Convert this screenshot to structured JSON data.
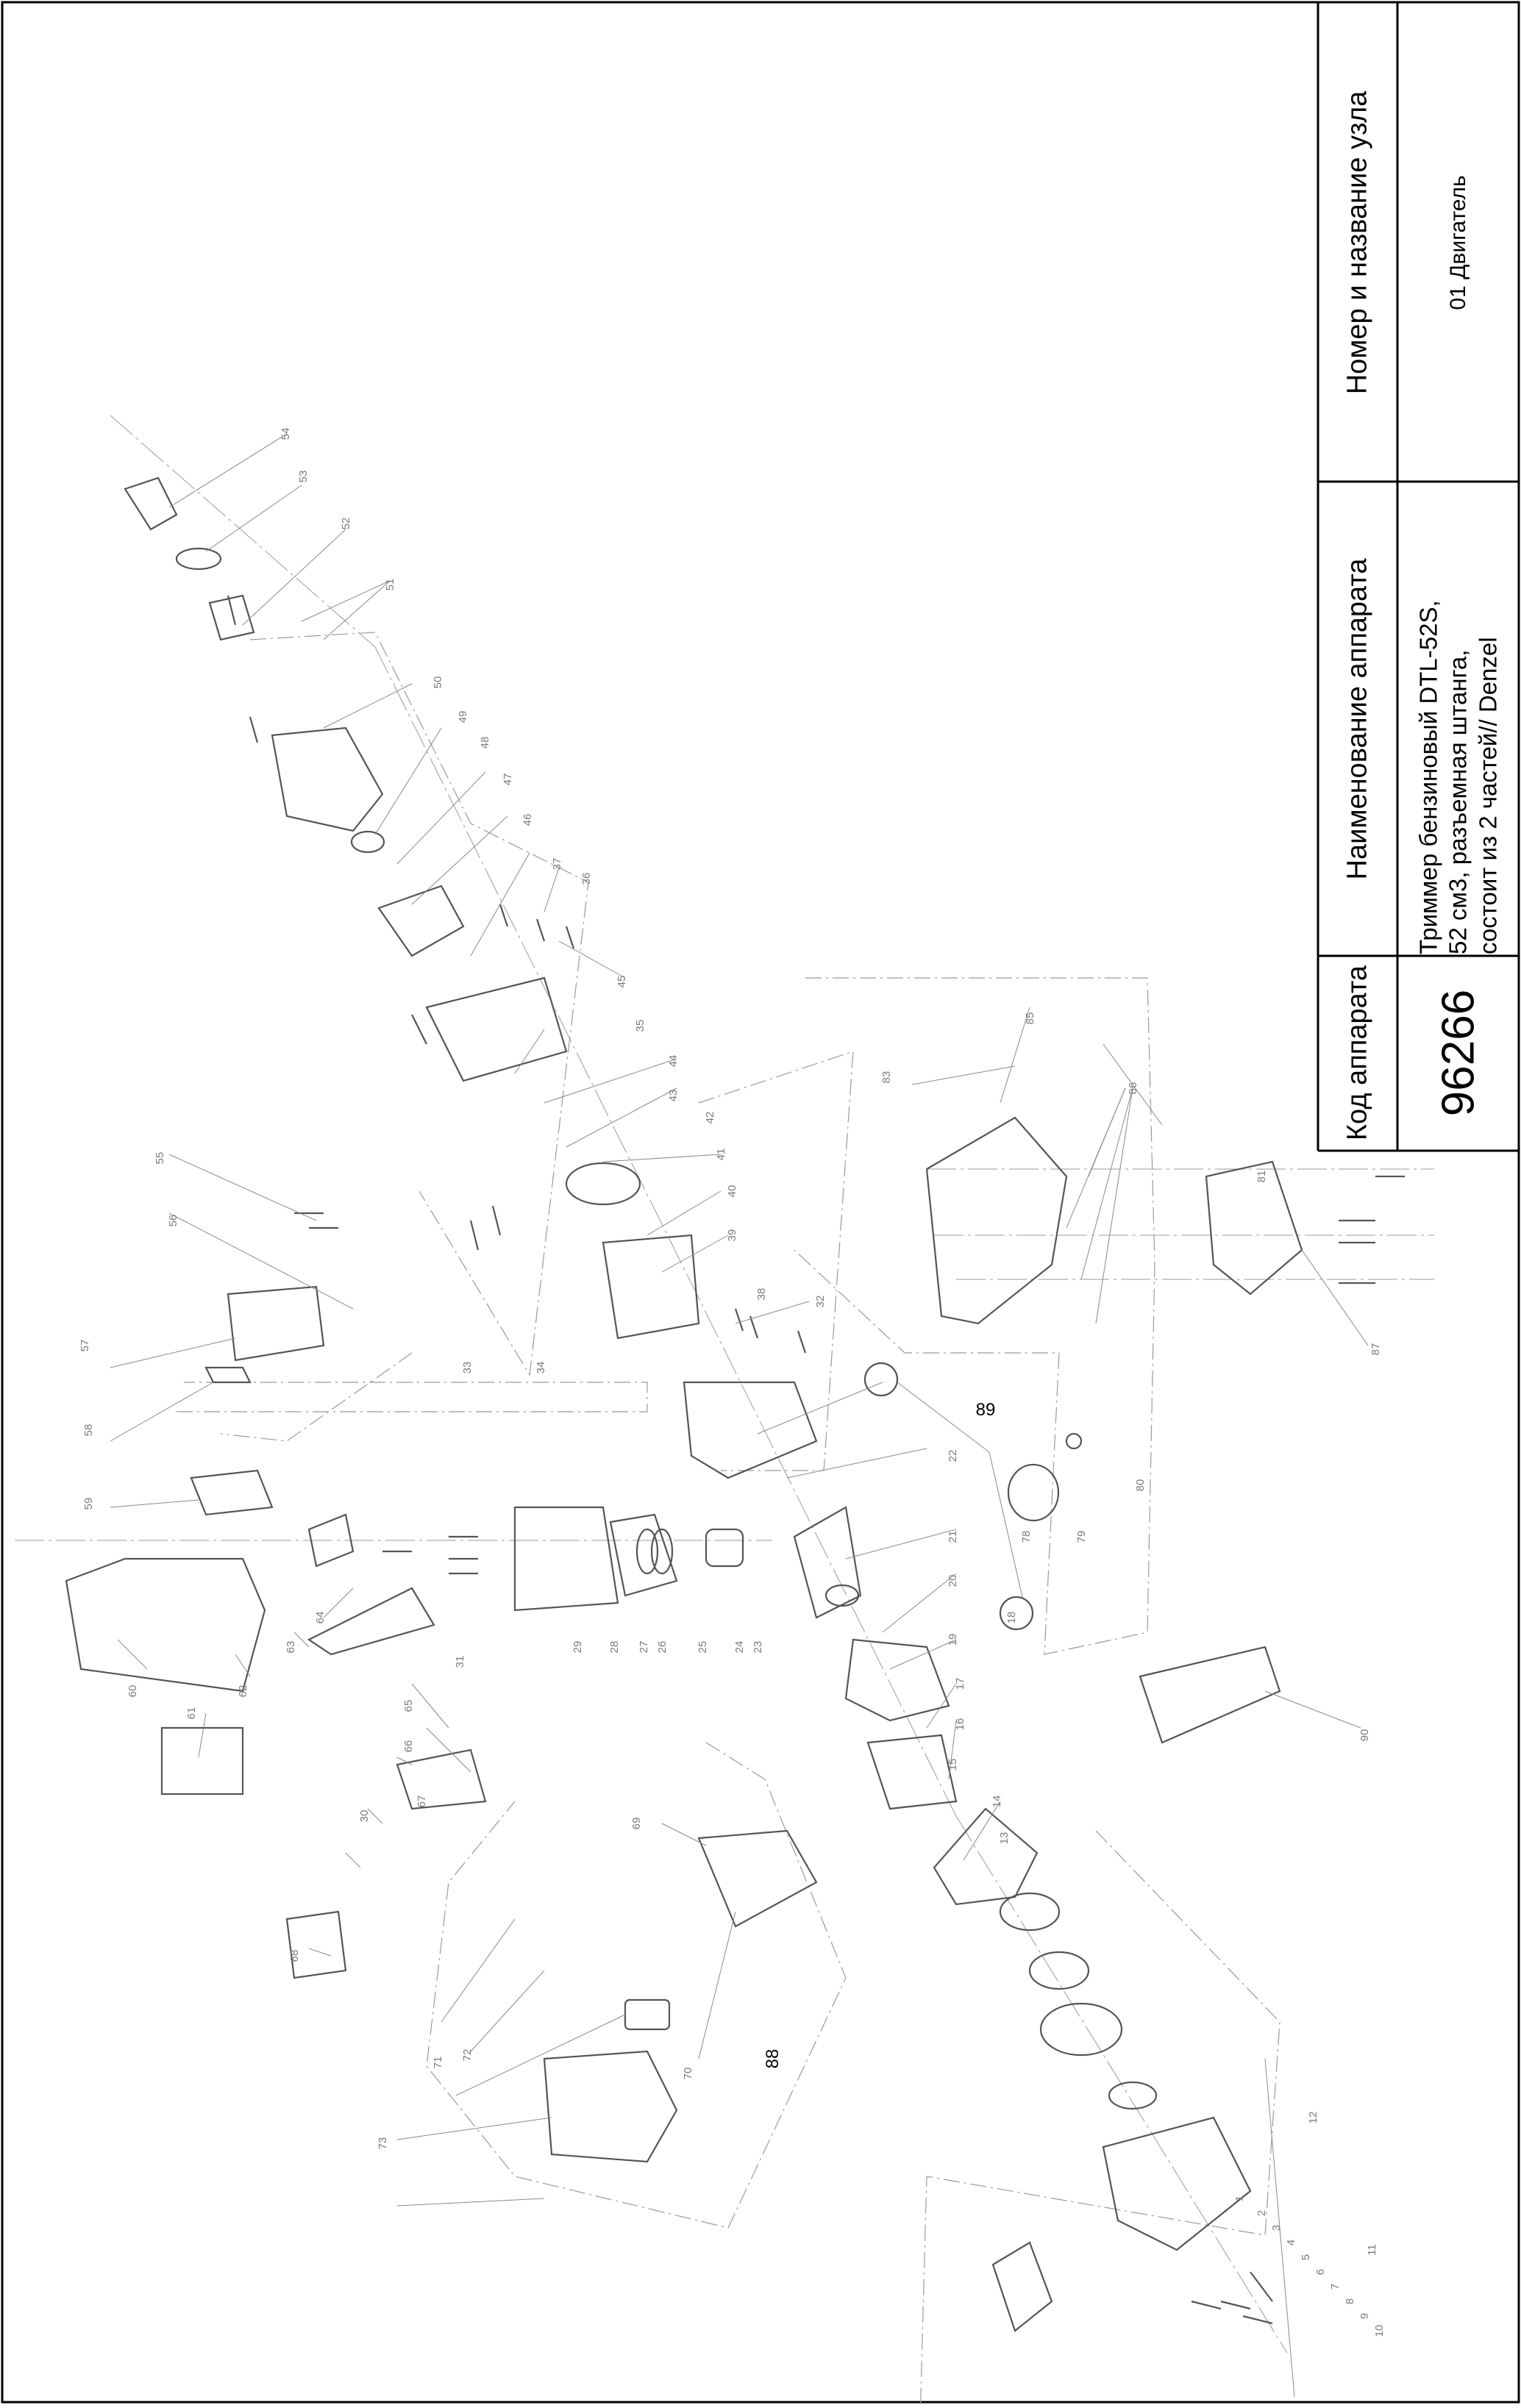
{
  "title_block": {
    "code_header": "Код аппарата",
    "code_value": "96266",
    "name_header": "Наименование аппарата",
    "name_lines": [
      "Триммер бензиновый DTL-52S,",
      "52 см3, разъемная штанга,",
      "состоит из 2 частей// Denzel"
    ],
    "unit_header": "Номер и название узла",
    "unit_value": "01 Двигатель"
  },
  "diagram": {
    "callouts": [
      "1",
      "2",
      "3",
      "4",
      "5",
      "6",
      "7",
      "8",
      "9",
      "10",
      "11",
      "12",
      "13",
      "14",
      "15",
      "16",
      "17",
      "18",
      "19",
      "20",
      "21",
      "22",
      "23",
      "24",
      "25",
      "26",
      "27",
      "28",
      "29",
      "30",
      "31",
      "32",
      "33",
      "34",
      "35",
      "36",
      "37",
      "38",
      "39",
      "40",
      "41",
      "42",
      "43",
      "44",
      "45",
      "46",
      "47",
      "48",
      "49",
      "50",
      "51",
      "52",
      "53",
      "54",
      "55",
      "56",
      "57",
      "58",
      "59",
      "60",
      "61",
      "62",
      "63",
      "64",
      "65",
      "66",
      "67",
      "68",
      "69",
      "70",
      "71",
      "72",
      "73",
      "78",
      "79",
      "80",
      "81",
      "83",
      "85",
      "86",
      "87",
      "88",
      "89",
      "90"
    ]
  }
}
